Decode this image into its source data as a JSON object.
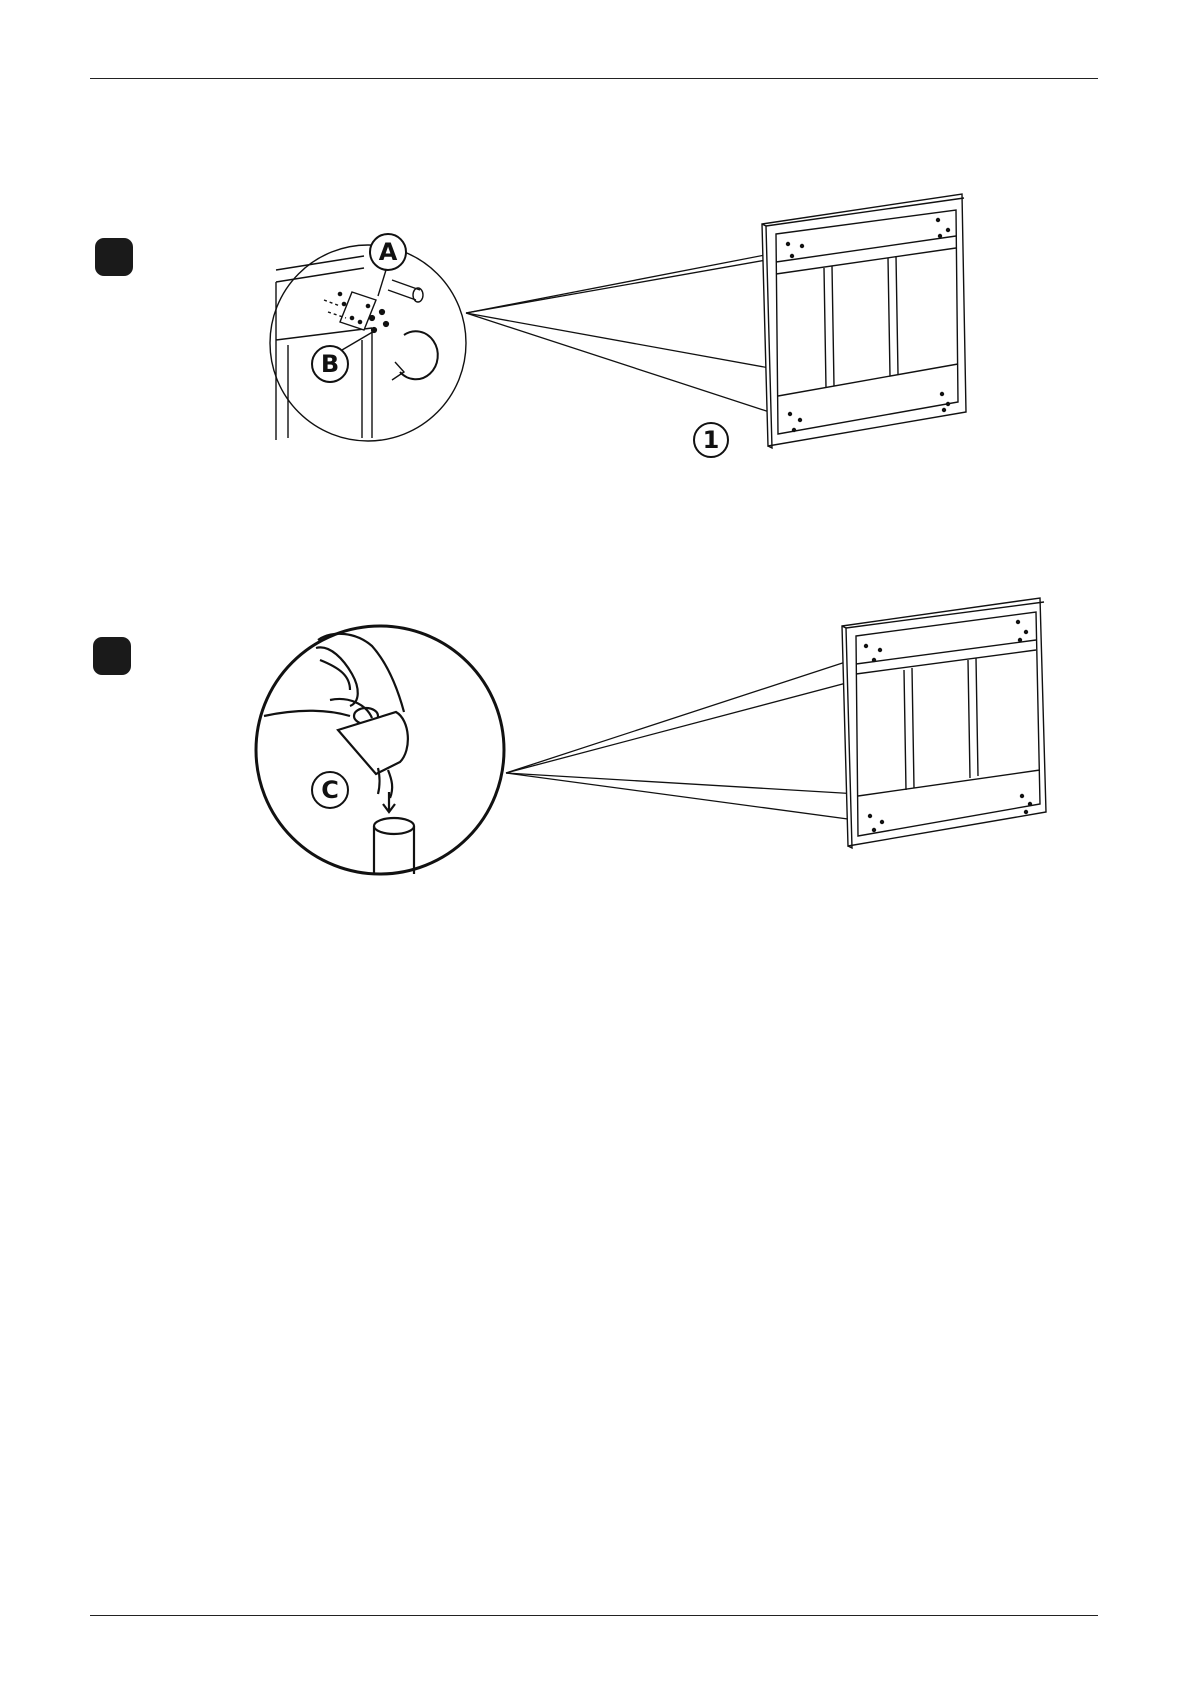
{
  "steps": [
    {
      "callouts": {
        "a": "A",
        "b": "B",
        "part": "1"
      }
    },
    {
      "callouts": {
        "c": "C"
      }
    }
  ],
  "colors": {
    "ink": "#111111",
    "background": "#ffffff",
    "marker": "#1a1a1a"
  }
}
